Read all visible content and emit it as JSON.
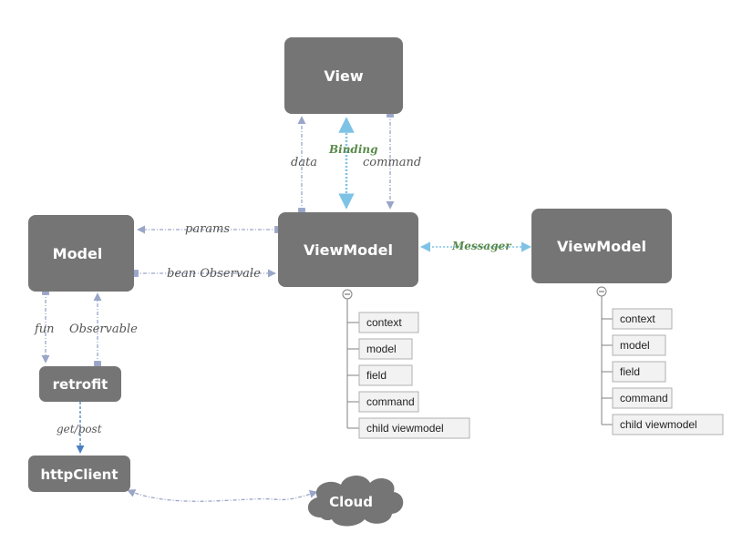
{
  "nodes": {
    "view": "View",
    "viewmodel_main": "ViewModel",
    "viewmodel_other": "ViewModel",
    "model": "Model",
    "retrofit": "retrofit",
    "httpclient": "httpClient",
    "cloud": "Cloud"
  },
  "edges": {
    "data": "data",
    "binding": "Binding",
    "command": "command",
    "params": "params",
    "bean_observable": "bean Observale",
    "messager": "Messager",
    "fun": "fun",
    "observable": "Observable",
    "get_post": "get/post"
  },
  "viewmodel_main_properties": [
    "context",
    "model",
    "field",
    "command",
    "child viewmodel"
  ],
  "viewmodel_other_properties": [
    "context",
    "model",
    "field",
    "command",
    "child viewmodel"
  ],
  "colors": {
    "node_fill": "#757575",
    "node_text": "#ffffff",
    "arrow_gray": "#9aa6c8",
    "arrow_blue": "#7ec3e6",
    "label_green": "#5a8a4a",
    "prop_fill": "#f2f2f2",
    "prop_border": "#b0b0b0"
  }
}
